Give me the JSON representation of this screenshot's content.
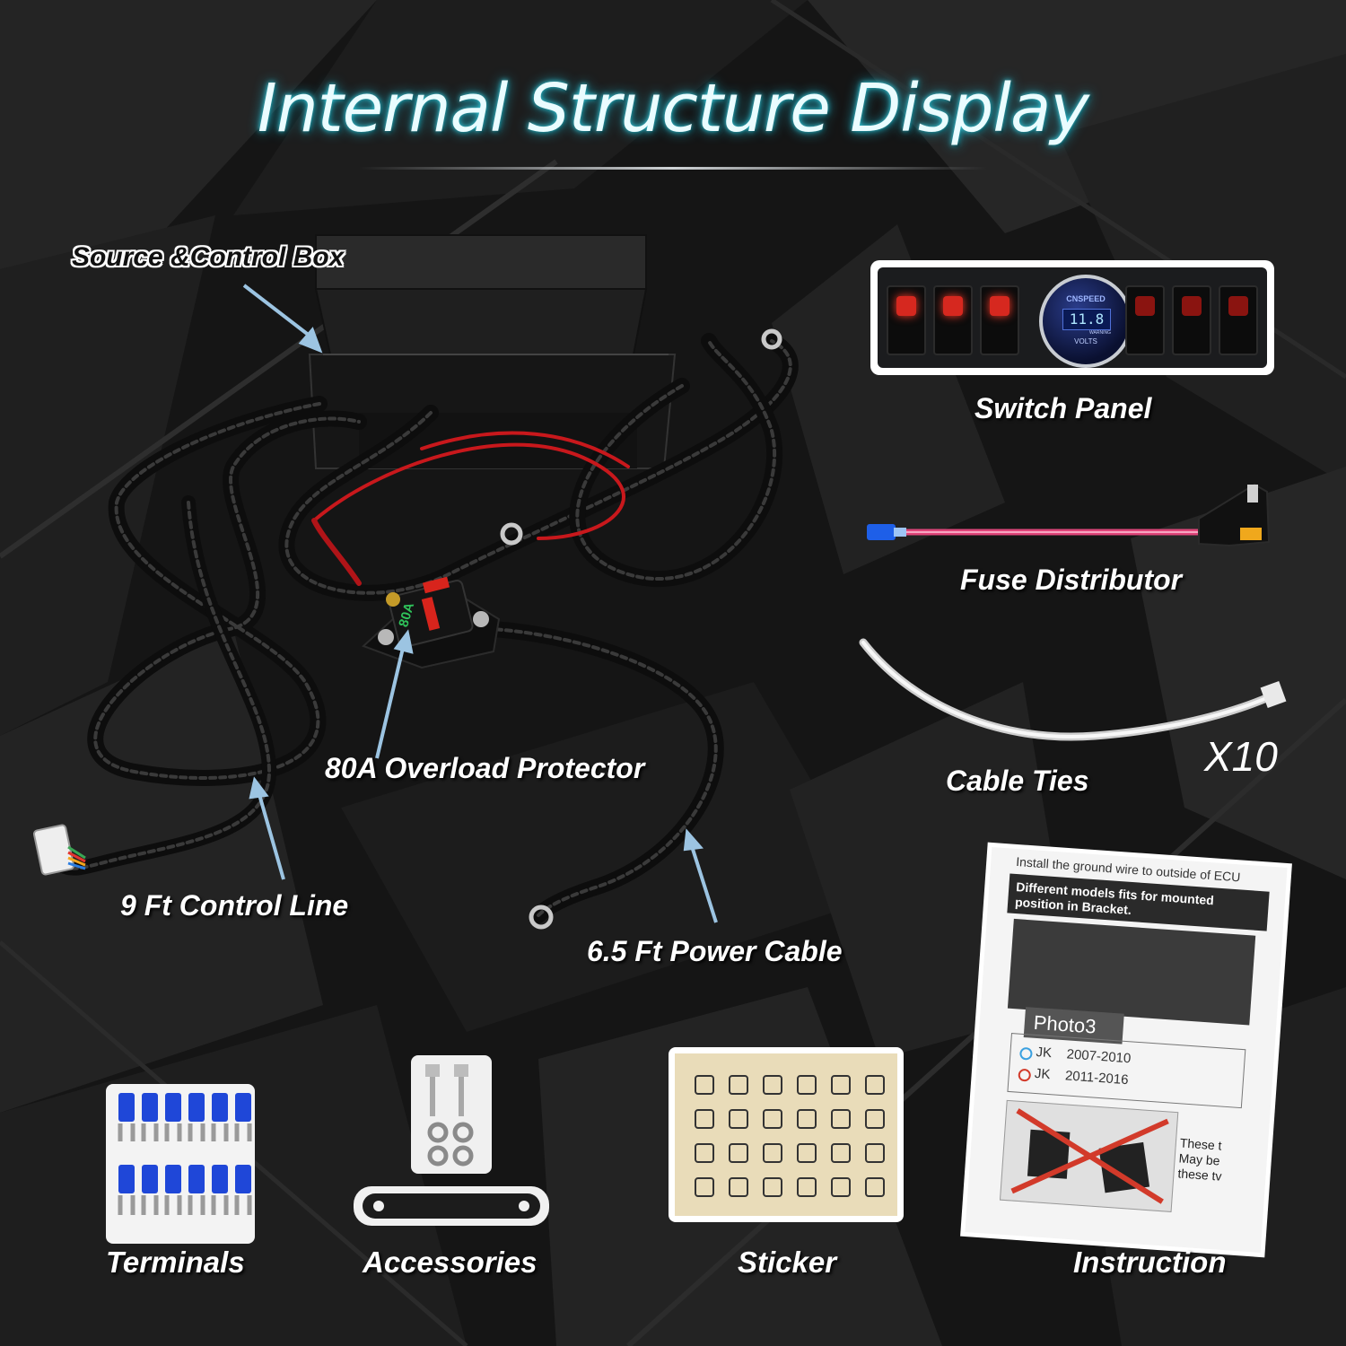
{
  "title": "Internal Structure Display",
  "labels": {
    "source_control_box": "Source &Control Box",
    "switch_panel": "Switch Panel",
    "fuse_distributor": "Fuse Distributor",
    "cable_ties": "Cable Ties",
    "cable_ties_qty": "X10",
    "overload_protector": "80A Overload Protector",
    "control_line": "9 Ft Control Line",
    "power_cable": "6.5 Ft Power Cable",
    "terminals": "Terminals",
    "accessories": "Accessories",
    "sticker": "Sticker",
    "instruction": "Instruction"
  },
  "switch_panel": {
    "gauge_brand": "CNSPEED",
    "gauge_value": "11.8",
    "gauge_warning": "WARNING",
    "gauge_unit": "VOLTS"
  },
  "protector_marking": "80A",
  "instruction_sheet": {
    "top_line": "Install the ground wire to outside of ECU",
    "header": "Different models fits for mounted position in Bracket.",
    "photo_tag": "Photo3",
    "models": [
      {
        "model": "JK",
        "years": "2007-2010"
      },
      {
        "model": "JK",
        "years": "2011-2016"
      }
    ],
    "note": "These t\nMay be\nthese tv"
  },
  "colors": {
    "background": "#151515",
    "title_glow": "#3fd8e8",
    "switch_led": "#d6281f",
    "gauge_display": "#aee7ff",
    "fuse_wire": "#e0457a",
    "terminal_blue": "#1f47d8",
    "sticker_paper": "#e9dcb9",
    "annotation_arrow": "#9cc4e2"
  }
}
